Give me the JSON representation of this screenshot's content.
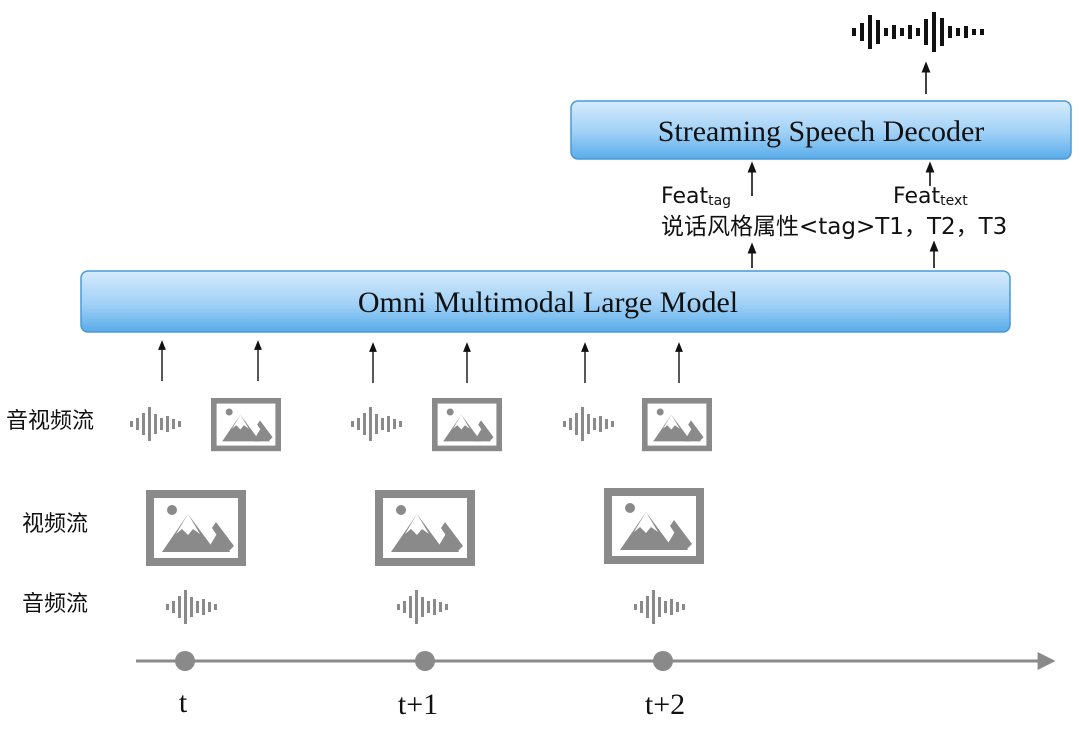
{
  "model_box": {
    "label": "Omni Multimodal Large Model"
  },
  "decoder_box": {
    "label": "Streaming Speech Decoder"
  },
  "features": {
    "tag_base": "Feat",
    "tag_sub": "tag",
    "text_base": "Feat",
    "text_sub": "text"
  },
  "token_line": "说话风格属性<tag>T1，T2，T3",
  "row_labels": {
    "audio_video": "音视频流",
    "video": "视频流",
    "audio": "音频流"
  },
  "time_labels": [
    "t",
    "t+1",
    "t+2"
  ],
  "icons": {
    "waveform": "audio-waveform-icon",
    "image": "image-frame-icon",
    "output_waveform": "output-waveform-icon"
  },
  "colors": {
    "box_top": "#cfe6fb",
    "box_bottom": "#5bb0ec",
    "box_border": "#4a9ad6",
    "icon_gray": "#8a8a8a",
    "timeline": "#8a8a8a"
  }
}
